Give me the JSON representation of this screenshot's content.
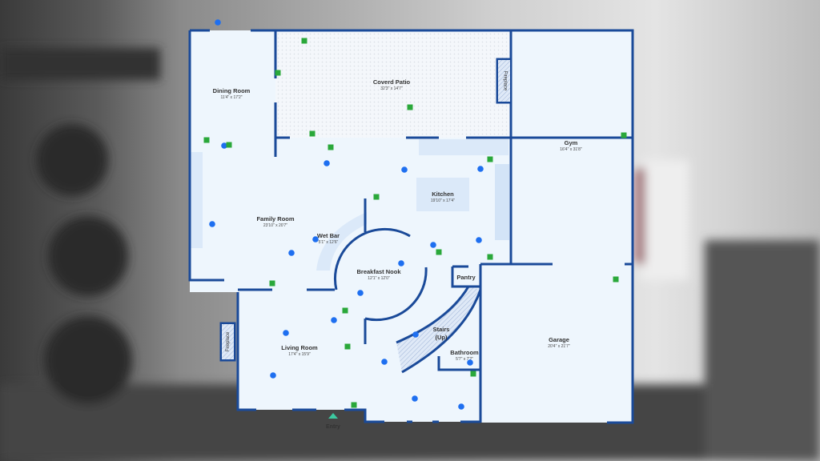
{
  "floorplan": {
    "rooms": [
      {
        "id": "dining-room",
        "name": "Dining Room",
        "dims": "11'4\" x 17'2\""
      },
      {
        "id": "covered-patio",
        "name": "Coverd Patio",
        "dims": "32'3\" x 14'7\""
      },
      {
        "id": "gym",
        "name": "Gym",
        "dims": "16'4\" x 31'8\""
      },
      {
        "id": "kitchen",
        "name": "Kitchen",
        "dims": "19'10\" x 17'4\""
      },
      {
        "id": "family-room",
        "name": "Family Room",
        "dims": "23'10\" x 20'7\""
      },
      {
        "id": "wet-bar",
        "name": "Wet Bar",
        "dims": "5'1\" x 12'6\""
      },
      {
        "id": "breakfast-nook",
        "name": "Breakfast Nook",
        "dims": "12'1\" x 12'0\""
      },
      {
        "id": "pantry",
        "name": "Pantry",
        "dims": ""
      },
      {
        "id": "stairs",
        "name": "Stairs",
        "dims": "(Up)"
      },
      {
        "id": "bathroom",
        "name": "Bathroom",
        "dims": "5'7\" x 7'2\""
      },
      {
        "id": "living-room",
        "name": "Living Room",
        "dims": "17'4\" x 15'9\""
      },
      {
        "id": "garage",
        "name": "Garage",
        "dims": "20'4\" x 21'7\""
      }
    ],
    "fireplace_label": "Fireplace",
    "entry_label": "Entry",
    "colors": {
      "wall": "#1a4a99",
      "floor": "#eef6fd",
      "panorama_marker": "#1e6ff0",
      "photo_marker": "#2aa83a",
      "entry": "#3cc9a0"
    }
  }
}
